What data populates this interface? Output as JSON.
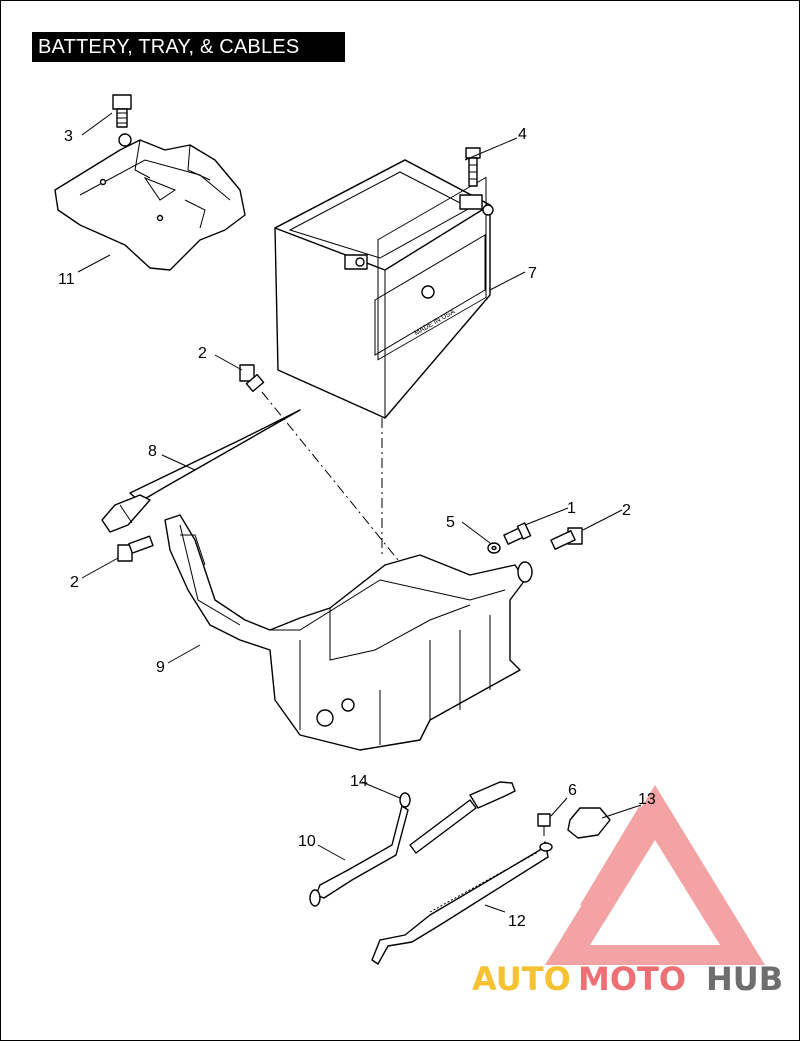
{
  "title": "BATTERY, TRAY, & CABLES",
  "callouts": {
    "c1": "1",
    "c2a": "2",
    "c2b": "2",
    "c2c": "2",
    "c3": "3",
    "c4": "4",
    "c5": "5",
    "c6": "6",
    "c7": "7",
    "c8": "8",
    "c9": "9",
    "c10": "10",
    "c11": "11",
    "c12": "12",
    "c13": "13",
    "c14": "14"
  },
  "battery_label": "MADE IN USA",
  "watermark": {
    "part1": "AUTO",
    "part2": "MOTO",
    "part3": "HUB"
  },
  "colors": {
    "watermark_orange": "#f4b400",
    "watermark_red": "#e8343a",
    "watermark_gray": "#555555"
  }
}
